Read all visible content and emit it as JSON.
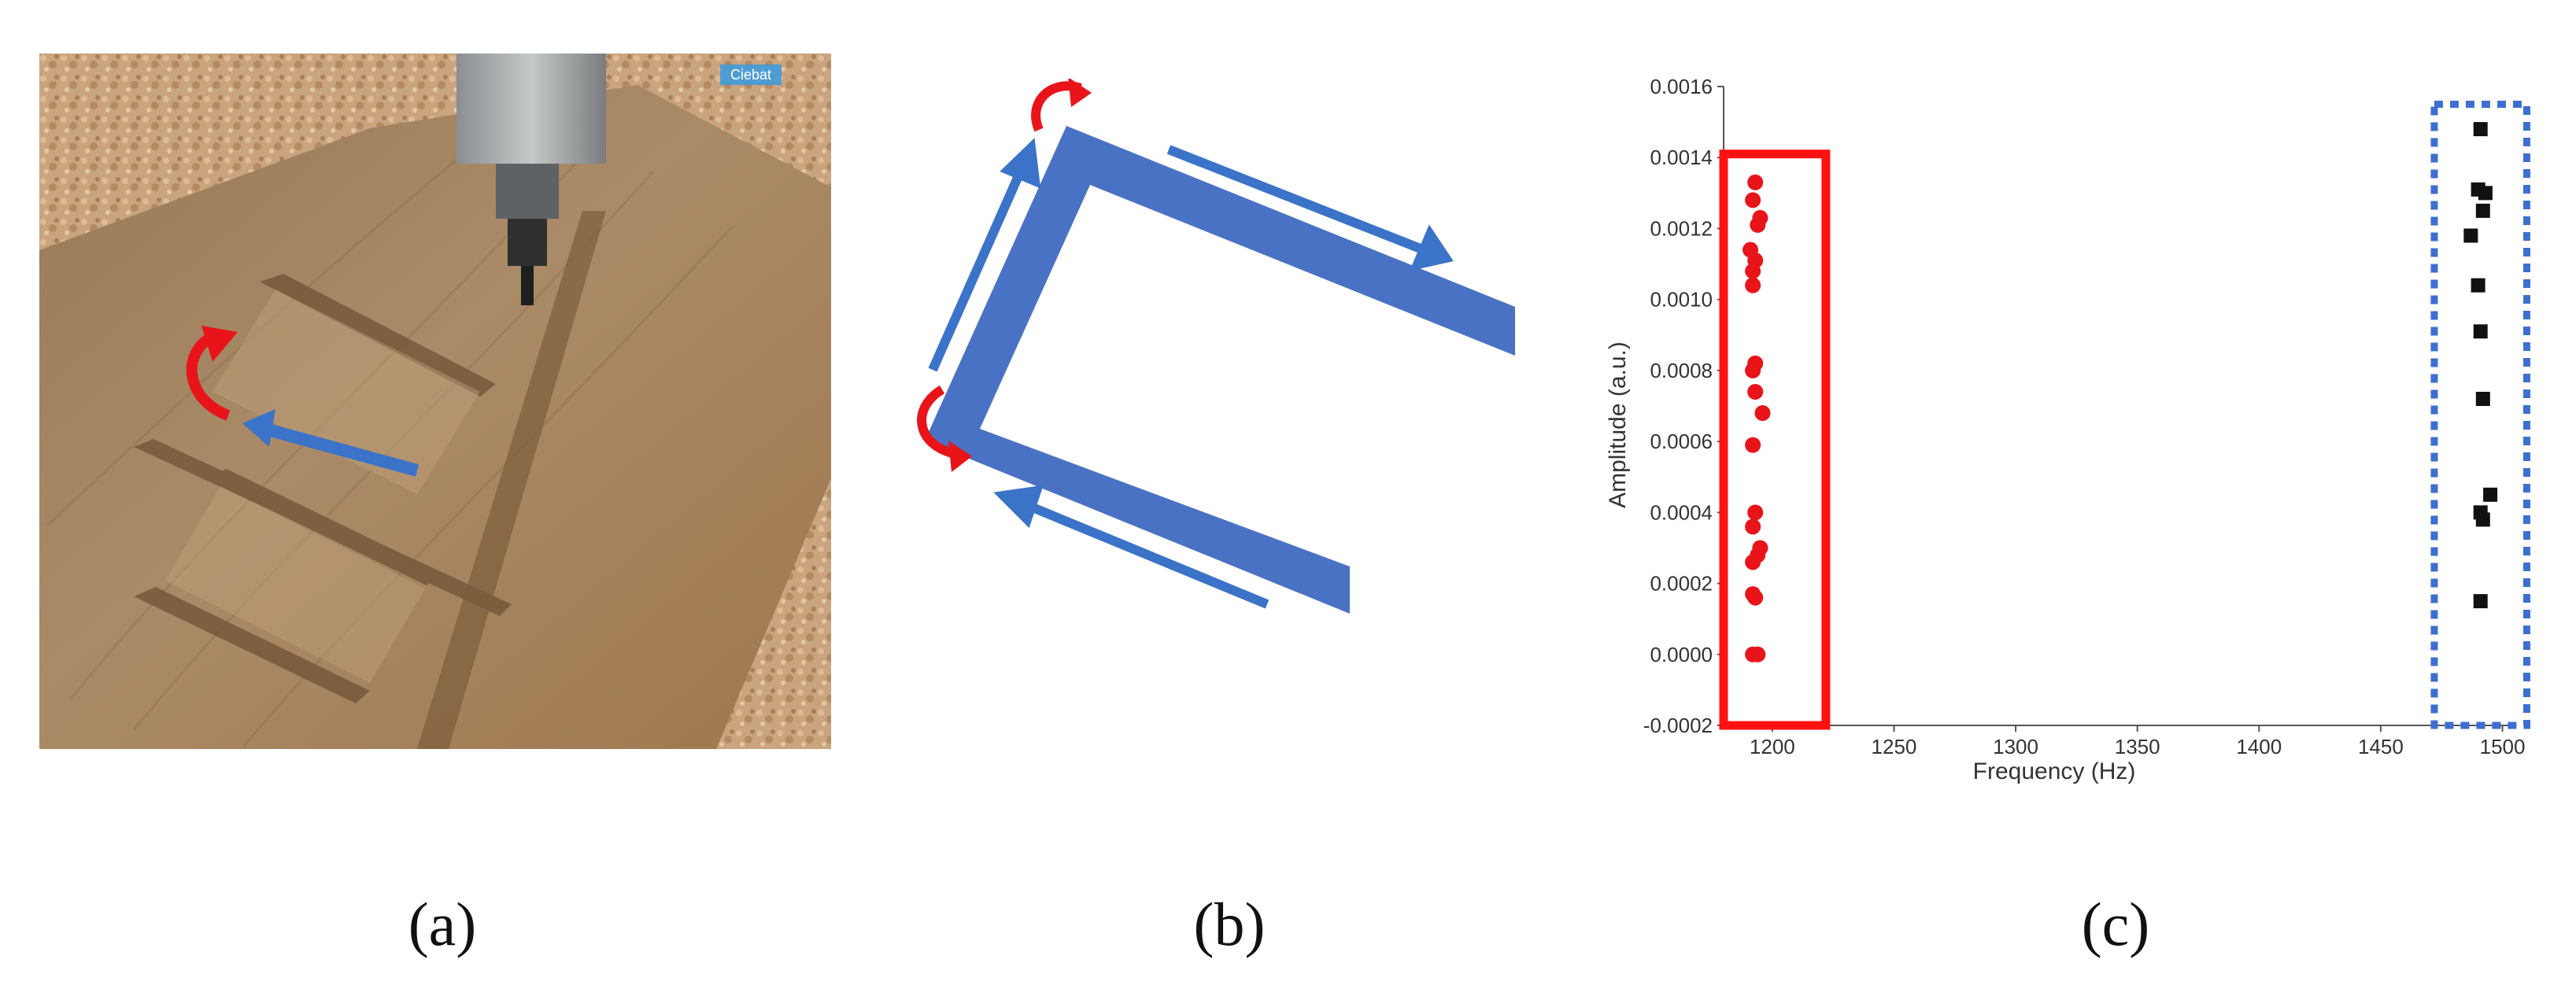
{
  "captions": {
    "a": "(a)",
    "b": "(b)",
    "c": "(c)"
  },
  "panel_a": {
    "watermark": "Ciebat"
  },
  "colors": {
    "blue_arrow": "#3a73c8",
    "red_arrow": "#e8141a",
    "frame_blue": "#4a72c4",
    "red_box": "#ff1111",
    "blue_box": "#3d6fd1"
  },
  "chart_data": {
    "type": "scatter",
    "xlabel": "Frequency (Hz)",
    "ylabel": "Amplitude (a.u.)",
    "xlim": [
      1180,
      1505
    ],
    "ylim": [
      -0.0002,
      0.0016
    ],
    "xticks": [
      1200,
      1250,
      1300,
      1350,
      1400,
      1450,
      1500
    ],
    "xtick_labels": [
      "1200",
      "1250",
      "1300",
      "1350",
      "1400",
      "1450",
      "1500"
    ],
    "yticks": [
      -0.0002,
      0.0,
      0.0002,
      0.0004,
      0.0006,
      0.0008,
      0.001,
      0.0012,
      0.0014,
      0.0016
    ],
    "ytick_labels": [
      "-0.0002",
      "0.0000",
      "0.0002",
      "0.0004",
      "0.0006",
      "0.0008",
      "0.0010",
      "0.0012",
      "0.0014",
      "0.0016"
    ],
    "grid": false,
    "series": [
      {
        "color": "#e8141a",
        "marker": "circle",
        "points": [
          [
            1193,
            0.00133
          ],
          [
            1192,
            0.00128
          ],
          [
            1195,
            0.00123
          ],
          [
            1194,
            0.00121
          ],
          [
            1191,
            0.00114
          ],
          [
            1193,
            0.00111
          ],
          [
            1192,
            0.00108
          ],
          [
            1192,
            0.00104
          ],
          [
            1193,
            0.00082
          ],
          [
            1192,
            0.0008
          ],
          [
            1193,
            0.00074
          ],
          [
            1196,
            0.00068
          ],
          [
            1192,
            0.00059
          ],
          [
            1193,
            0.0004
          ],
          [
            1192,
            0.00036
          ],
          [
            1195,
            0.0003
          ],
          [
            1194,
            0.00028
          ],
          [
            1192,
            0.00026
          ],
          [
            1192,
            0.00017
          ],
          [
            1193,
            0.00016
          ],
          [
            1192,
            0.0
          ],
          [
            1194,
            0.0
          ]
        ]
      },
      {
        "color": "#111111",
        "marker": "square",
        "points": [
          [
            1491,
            0.00148
          ],
          [
            1490,
            0.00131
          ],
          [
            1493,
            0.0013
          ],
          [
            1492,
            0.00125
          ],
          [
            1487,
            0.00118
          ],
          [
            1490,
            0.00104
          ],
          [
            1491,
            0.00091
          ],
          [
            1492,
            0.00072
          ],
          [
            1495,
            0.00045
          ],
          [
            1491,
            0.0004
          ],
          [
            1492,
            0.00038
          ],
          [
            1491,
            0.00015
          ]
        ]
      }
    ],
    "highlight_boxes": [
      {
        "style": "solid",
        "color": "#ff1111",
        "x": [
          1180,
          1222
        ],
        "y": [
          -0.0002,
          0.00141
        ]
      },
      {
        "style": "dotted",
        "color": "#3d6fd1",
        "x": [
          1472,
          1510
        ],
        "y": [
          -0.0002,
          0.00155
        ]
      }
    ]
  }
}
